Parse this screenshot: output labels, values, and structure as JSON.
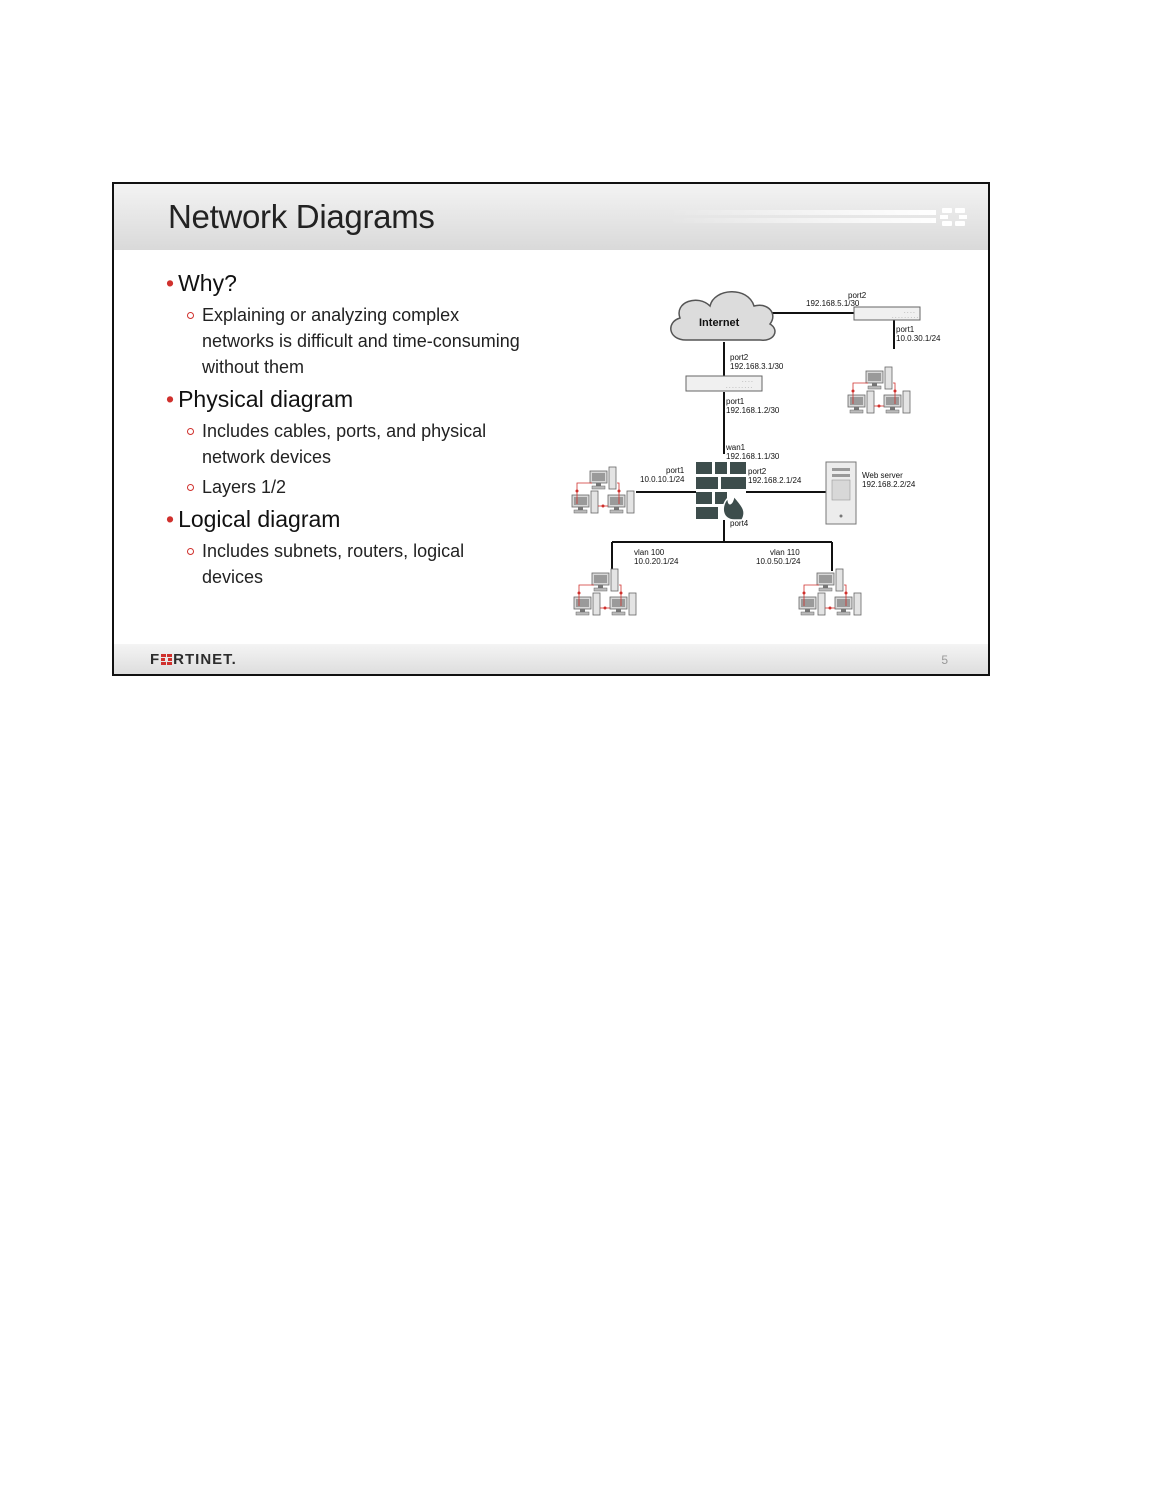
{
  "slide": {
    "title": "Network Diagrams",
    "page_number": "5",
    "logo_text": "F  RTINET."
  },
  "bullets": [
    {
      "text": "Why?",
      "subs": [
        "Explaining  or analyzing complex networks is difficult and time-consuming without them"
      ]
    },
    {
      "text": "Physical diagram",
      "subs": [
        "Includes cables, ports, and physical network devices",
        "Layers 1/2"
      ]
    },
    {
      "text": "Logical diagram",
      "subs": [
        "Includes subnets, routers, logical devices"
      ]
    }
  ],
  "diagram": {
    "internet": "Internet",
    "top_port_name": "port2",
    "top_port_ip": "192.168.5.1/30",
    "r2_port_name": "port1",
    "r2_port_ip": "10.0.30.1/24",
    "r1_up_name": "port2",
    "r1_up_ip": "192.168.3.1/30",
    "r1_down_name": "port1",
    "r1_down_ip": "192.168.1.2/30",
    "fw_wan_name": "wan1",
    "fw_wan_ip": "192.168.1.1/30",
    "fw_left_name": "port1",
    "fw_left_ip": "10.0.10.1/24",
    "fw_right_name": "port2",
    "fw_right_ip": "192.168.2.1/24",
    "web_name": "Web server",
    "web_ip": "192.168.2.2/24",
    "fw_down_name": "port4",
    "vlan_a_name": "vlan 100",
    "vlan_a_ip": "10.0.20.1/24",
    "vlan_b_name": "vlan 110",
    "vlan_b_ip": "10.0.50.1/24"
  }
}
